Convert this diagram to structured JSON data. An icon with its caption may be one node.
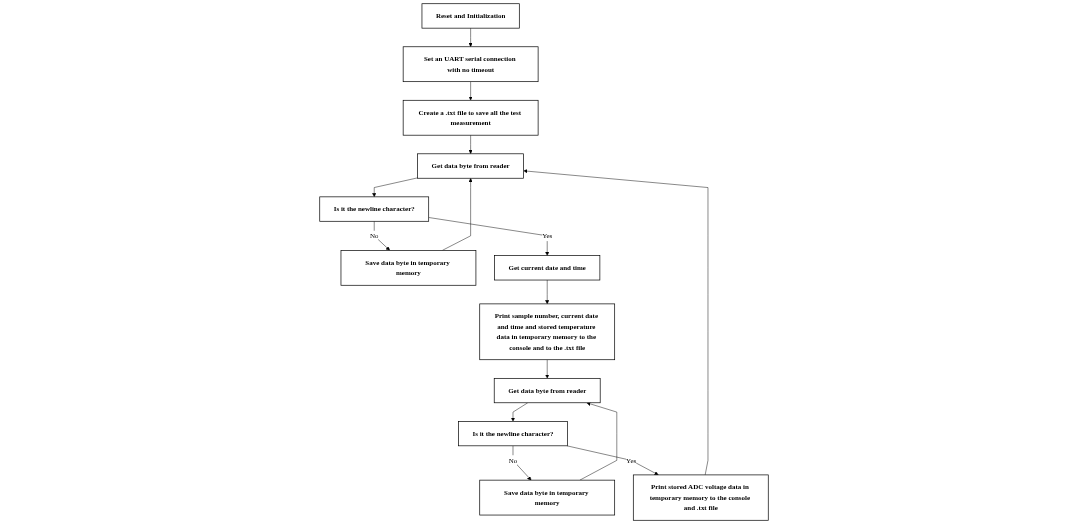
{
  "diagram": {
    "nodes": [
      {
        "text": [
          "Reset and Initialization"
        ]
      },
      {
        "text": [
          "Set an UART serial connection with no timeout"
        ]
      },
      {
        "text": [
          "Create a .txt file to save all the test measurement"
        ]
      },
      {
        "text": [
          "Get data byte from reader"
        ]
      },
      {
        "text": [
          "Is it the newline character?"
        ]
      },
      {
        "text": [
          "Save data byte in temporary memory"
        ]
      },
      {
        "text": [
          "Get current date and time"
        ]
      },
      {
        "text": [
          "Print sample number, current date and time and stored temperature data in temporary memory to the console and to the .txt file"
        ]
      },
      {
        "text": [
          "Get data byte from reader"
        ]
      },
      {
        "text": [
          "Is it the newline character?"
        ]
      },
      {
        "text": [
          "Save data byte in temporary memory"
        ]
      },
      {
        "text": [
          "Print stored ADC voltage data in temporary memory to the console and .txt file"
        ]
      }
    ],
    "edges": [
      {
        "from": 0,
        "to": 1,
        "arrow": "to"
      },
      {
        "from": 1,
        "to": 2,
        "arrow": "to"
      },
      {
        "from": 2,
        "to": 3,
        "arrow": "to"
      },
      {
        "from": 3,
        "to": 4,
        "arrow": "to"
      },
      {
        "from": 4,
        "to": 6,
        "label": "Yes",
        "arrow": "to"
      },
      {
        "from": 4,
        "to": 5,
        "label": "No",
        "arrow": "to"
      },
      {
        "from": 5,
        "to": 3,
        "arrow": "to"
      },
      {
        "from": 6,
        "to": 7,
        "arrow": "to"
      },
      {
        "from": 7,
        "to": 8,
        "arrow": "to"
      },
      {
        "from": 8,
        "to": 9,
        "arrow": "to"
      },
      {
        "from": 9,
        "to": 10,
        "label": "No",
        "arrow": "to"
      },
      {
        "from": 9,
        "to": 11,
        "label": "Yes",
        "arrow": "to"
      },
      {
        "from": 11,
        "to": 3,
        "arrow": "to"
      },
      {
        "from": 10,
        "to": 8,
        "arrow": "to"
      }
    ]
  }
}
